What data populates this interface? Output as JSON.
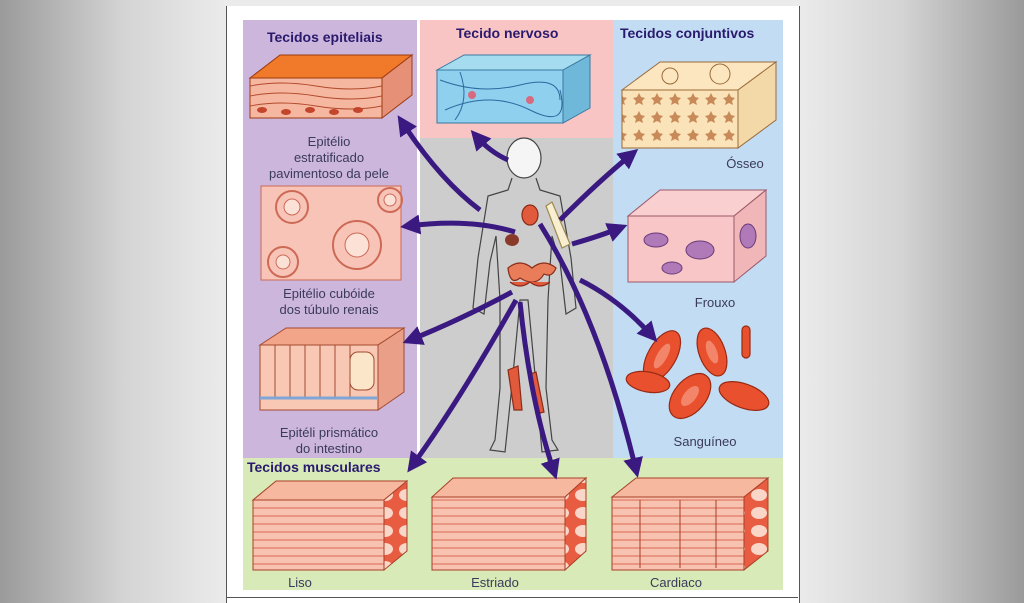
{
  "titles": {
    "epithelial": "Tecidos epiteliais",
    "nervous": "Tecido nervoso",
    "connective": "Tecidos conjuntivos",
    "muscular": "Tecidos musculares"
  },
  "epithelial_labels": {
    "stratified_1": "Epitélio",
    "stratified_2": "estratificado",
    "stratified_3": "pavimentoso da pele",
    "cuboid_1": "Epitélio cubóide",
    "cuboid_2": "dos túbulo renais",
    "prismatic_1": "Epitéli  prismático",
    "prismatic_2": "do intestino"
  },
  "connective_labels": {
    "bone": "Ósseo",
    "loose": "Frouxo",
    "blood": "Sanguíneo"
  },
  "muscular_labels": {
    "smooth": "Liso",
    "striated": "Estriado",
    "cardiac": "Cardiaco"
  },
  "colors": {
    "arrow": "#3a1a80",
    "title": "#2a1a6e",
    "tissue_pink": "#f7b7a4",
    "tissue_red": "#e25a3c",
    "epithelial_panel": "#ccb6dc",
    "nervous_panel": "#f8c4c4",
    "connective_panel": "#c2dcf4",
    "muscular_panel": "#d7eab8"
  }
}
